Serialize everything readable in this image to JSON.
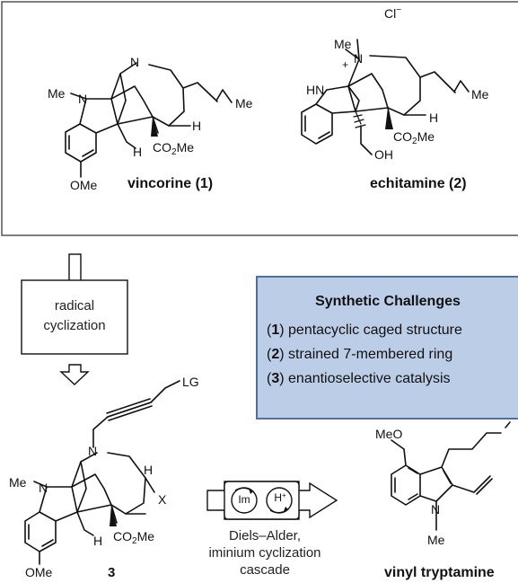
{
  "compounds": {
    "vincorine": {
      "name": "vincorine (1)"
    },
    "echitamine": {
      "name": "echitamine (2)"
    },
    "intermediate": {
      "number": "3"
    },
    "vinyl_tryptamine": {
      "name": "vinyl tryptamine"
    }
  },
  "atoms": {
    "me": "Me",
    "n": "N",
    "hn": "HN",
    "h": "H",
    "co2me": {
      "main": "CO",
      "sub": "2",
      "tail": "Me"
    },
    "ome": "OMe",
    "meo": "MeO",
    "oh": "OH",
    "cl": {
      "main": "Cl",
      "sup": "−"
    },
    "plus": "+",
    "lg": "LG",
    "x": "X"
  },
  "steps": {
    "radical_cyclization": [
      "radical",
      "cyclization"
    ],
    "cascade": [
      "Diels–Alder,",
      "iminium cyclization",
      "cascade"
    ],
    "im_label": "Im",
    "h_plus": {
      "main": "H",
      "sup": "+"
    }
  },
  "challenges": {
    "title": "Synthetic Challenges",
    "items": [
      {
        "number": "1",
        "text": "pentacyclic caged structure"
      },
      {
        "number": "2",
        "text": "strained 7-membered ring"
      },
      {
        "number": "3",
        "text": "enantioselective catalysis"
      }
    ]
  }
}
